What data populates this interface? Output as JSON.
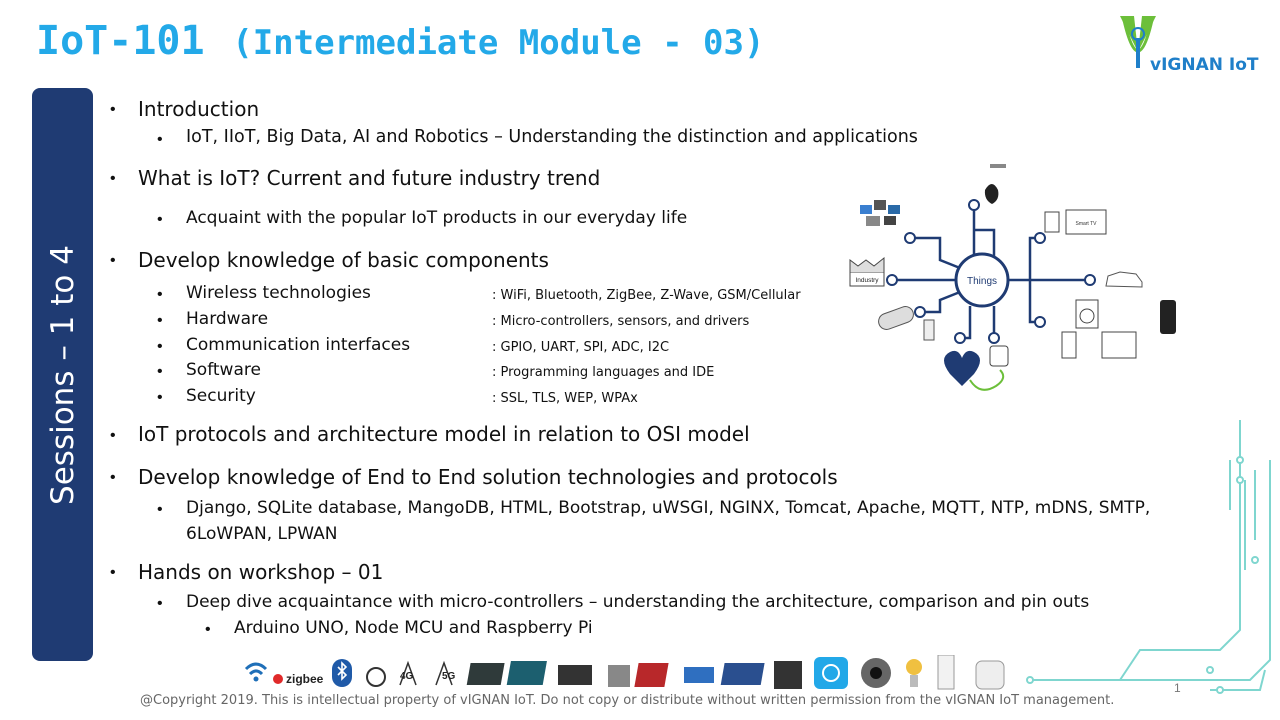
{
  "header": {
    "title_main": "IoT-101",
    "title_sub": "(Intermediate Module - 03)"
  },
  "logo": {
    "text": "vIGNAN IoT"
  },
  "sidebar": {
    "label": "Sessions – 1 to 4"
  },
  "agenda": {
    "intro": "Introduction",
    "intro_sub": "IoT, IIoT, Big Data, AI and Robotics – Understanding the distinction and applications",
    "what": "What is IoT?  Current and future industry trend",
    "what_sub": "Acquaint with the popular IoT products in our everyday life",
    "develop": "Develop knowledge of basic components",
    "components": [
      {
        "name": "Wireless technologies",
        "desc": ": WiFi, Bluetooth, ZigBee, Z-Wave, GSM/Cellular"
      },
      {
        "name": "Hardware",
        "desc": ": Micro-controllers, sensors, and drivers"
      },
      {
        "name": "Communication interfaces",
        "desc": ": GPIO, UART, SPI, ADC, I2C"
      },
      {
        "name": "Software",
        "desc": ": Programming languages and IDE"
      },
      {
        "name": "Security",
        "desc": ":  SSL, TLS, WEP, WPAx"
      }
    ],
    "protocols": "IoT protocols and architecture model in relation to OSI model",
    "end_to_end": "Develop knowledge of End to End solution technologies and protocols",
    "end_to_end_sub_1": "Django, SQLite database, MangoDB, HTML, Bootstrap, uWSGI, NGINX, Tomcat, Apache, MQTT, NTP, mDNS, SMTP,",
    "end_to_end_sub_2": "6LoWPAN, LPWAN",
    "workshop": "Hands on workshop – 01",
    "workshop_sub": "Deep dive acquaintance with micro-controllers – understanding the architecture, comparison and pin outs",
    "workshop_sub_sub": "Arduino UNO, Node MCU and Raspberry Pi"
  },
  "diagram": {
    "hub_label": "Things",
    "industry_label": "Industry",
    "tv_label": "Smart TV"
  },
  "strip": {
    "zigbee_label": "zigbee",
    "label_4g": "4G",
    "label_5g": "5G"
  },
  "footer": {
    "copyright": "@Copyright 2019.  This is intellectual property of vIGNAN IoT.  Do not copy or distribute without written permission from the vIGNAN IoT management.",
    "page": "1"
  },
  "colors": {
    "title": "#23a9e8",
    "sidebar": "#1f3b73",
    "diagram_line": "#1f3b73",
    "logo_green": "#6cbf3a",
    "circuit": "#7fd6cf"
  },
  "icons": [
    "wifi-icon",
    "zigbee-icon",
    "bluetooth-icon",
    "zwave-icon",
    "4g-icon",
    "5g-icon",
    "board-icon",
    "motor-icon",
    "relay-icon",
    "hub-icon",
    "camera-icon",
    "bulb-icon",
    "switch-icon",
    "plug-icon",
    "phone-icon"
  ]
}
